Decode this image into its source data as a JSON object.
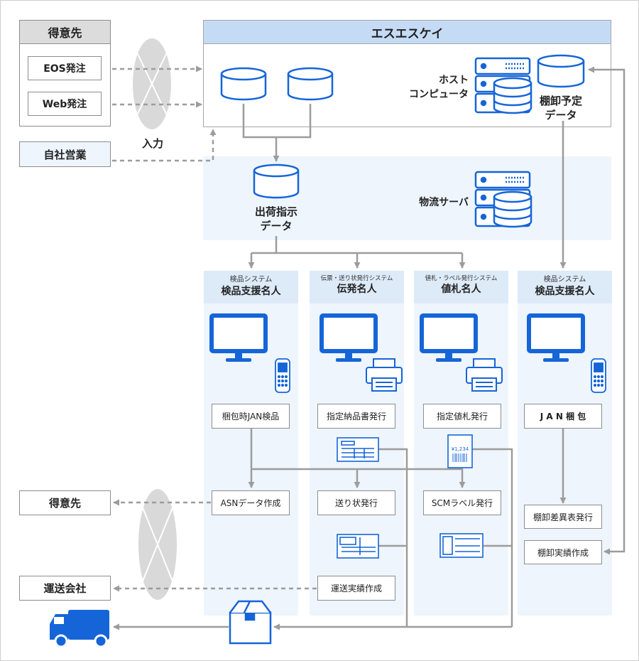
{
  "client_group": {
    "title": "得意先",
    "eos": "EOS発注",
    "web": "Web発注"
  },
  "own_sales": "自社営業",
  "network_input_label": "入力",
  "company": {
    "title": "エスエスケイ",
    "host": "ホスト\nコンピュータ",
    "inventory_plan": "棚卸予定\nデータ"
  },
  "logistics": {
    "shipping_data": "出荷指示\nデータ",
    "server": "物流サーバ"
  },
  "columns": [
    {
      "subtitle": "検品システム",
      "title": "検品支援名人"
    },
    {
      "subtitle": "伝票・送り状発行システム",
      "title": "伝発名人"
    },
    {
      "subtitle": "値札・ラベル発行システム",
      "title": "値札名人"
    },
    {
      "subtitle": "検品システム",
      "title": "検品支援名人"
    }
  ],
  "process": {
    "packing_jan": "梱包時JAN検品",
    "asn": "ASNデータ作成",
    "invoice": "指定納品書発行",
    "waybill": "送り状発行",
    "transport_record": "運送実績作成",
    "price_tag": "指定値札発行",
    "scm_label": "SCMラベル発行",
    "jan_packing": "J A N 梱 包",
    "inventory_diff": "棚卸差異表発行",
    "inventory_record": "棚卸実績作成"
  },
  "price_tag_text": "¥1,234",
  "outputs": {
    "client": "得意先",
    "carrier": "運送会社"
  },
  "colors": {
    "accent_blue": "#1565d8",
    "light_blue_panel": "#eef5fd",
    "header_blue": "#c5dbf5",
    "arrow_gray": "#9c9c9c",
    "network_gray": "#d9d9d9"
  }
}
